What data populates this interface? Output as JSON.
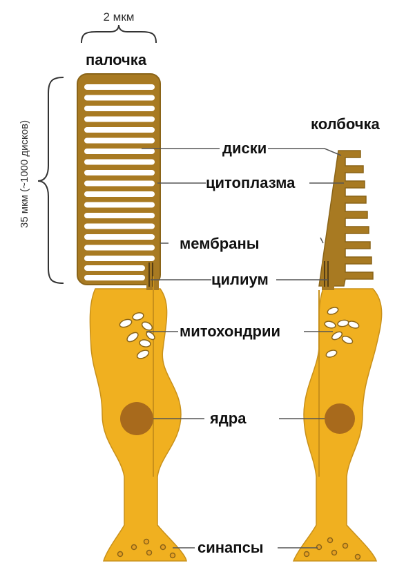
{
  "colors": {
    "outer_segment": "#a87a22",
    "inner_segment": "#f0b020",
    "outer_edge": "#8a6418",
    "nucleus": "#a86a1c",
    "disc": "#ffffff",
    "leader": "#555555",
    "bracket": "#333333"
  },
  "labels": {
    "rod_width": "2 мкм",
    "rod": "палочка",
    "cone": "колбочка",
    "rod_length": "35 мкм (~1000 дисков)",
    "discs": "диски",
    "cytoplasm": "цитоплазма",
    "membranes": "мембраны",
    "cilium": "цилиум",
    "mitochondria": "митохондрии",
    "nuclei": "ядра",
    "synapses": "синапсы"
  }
}
